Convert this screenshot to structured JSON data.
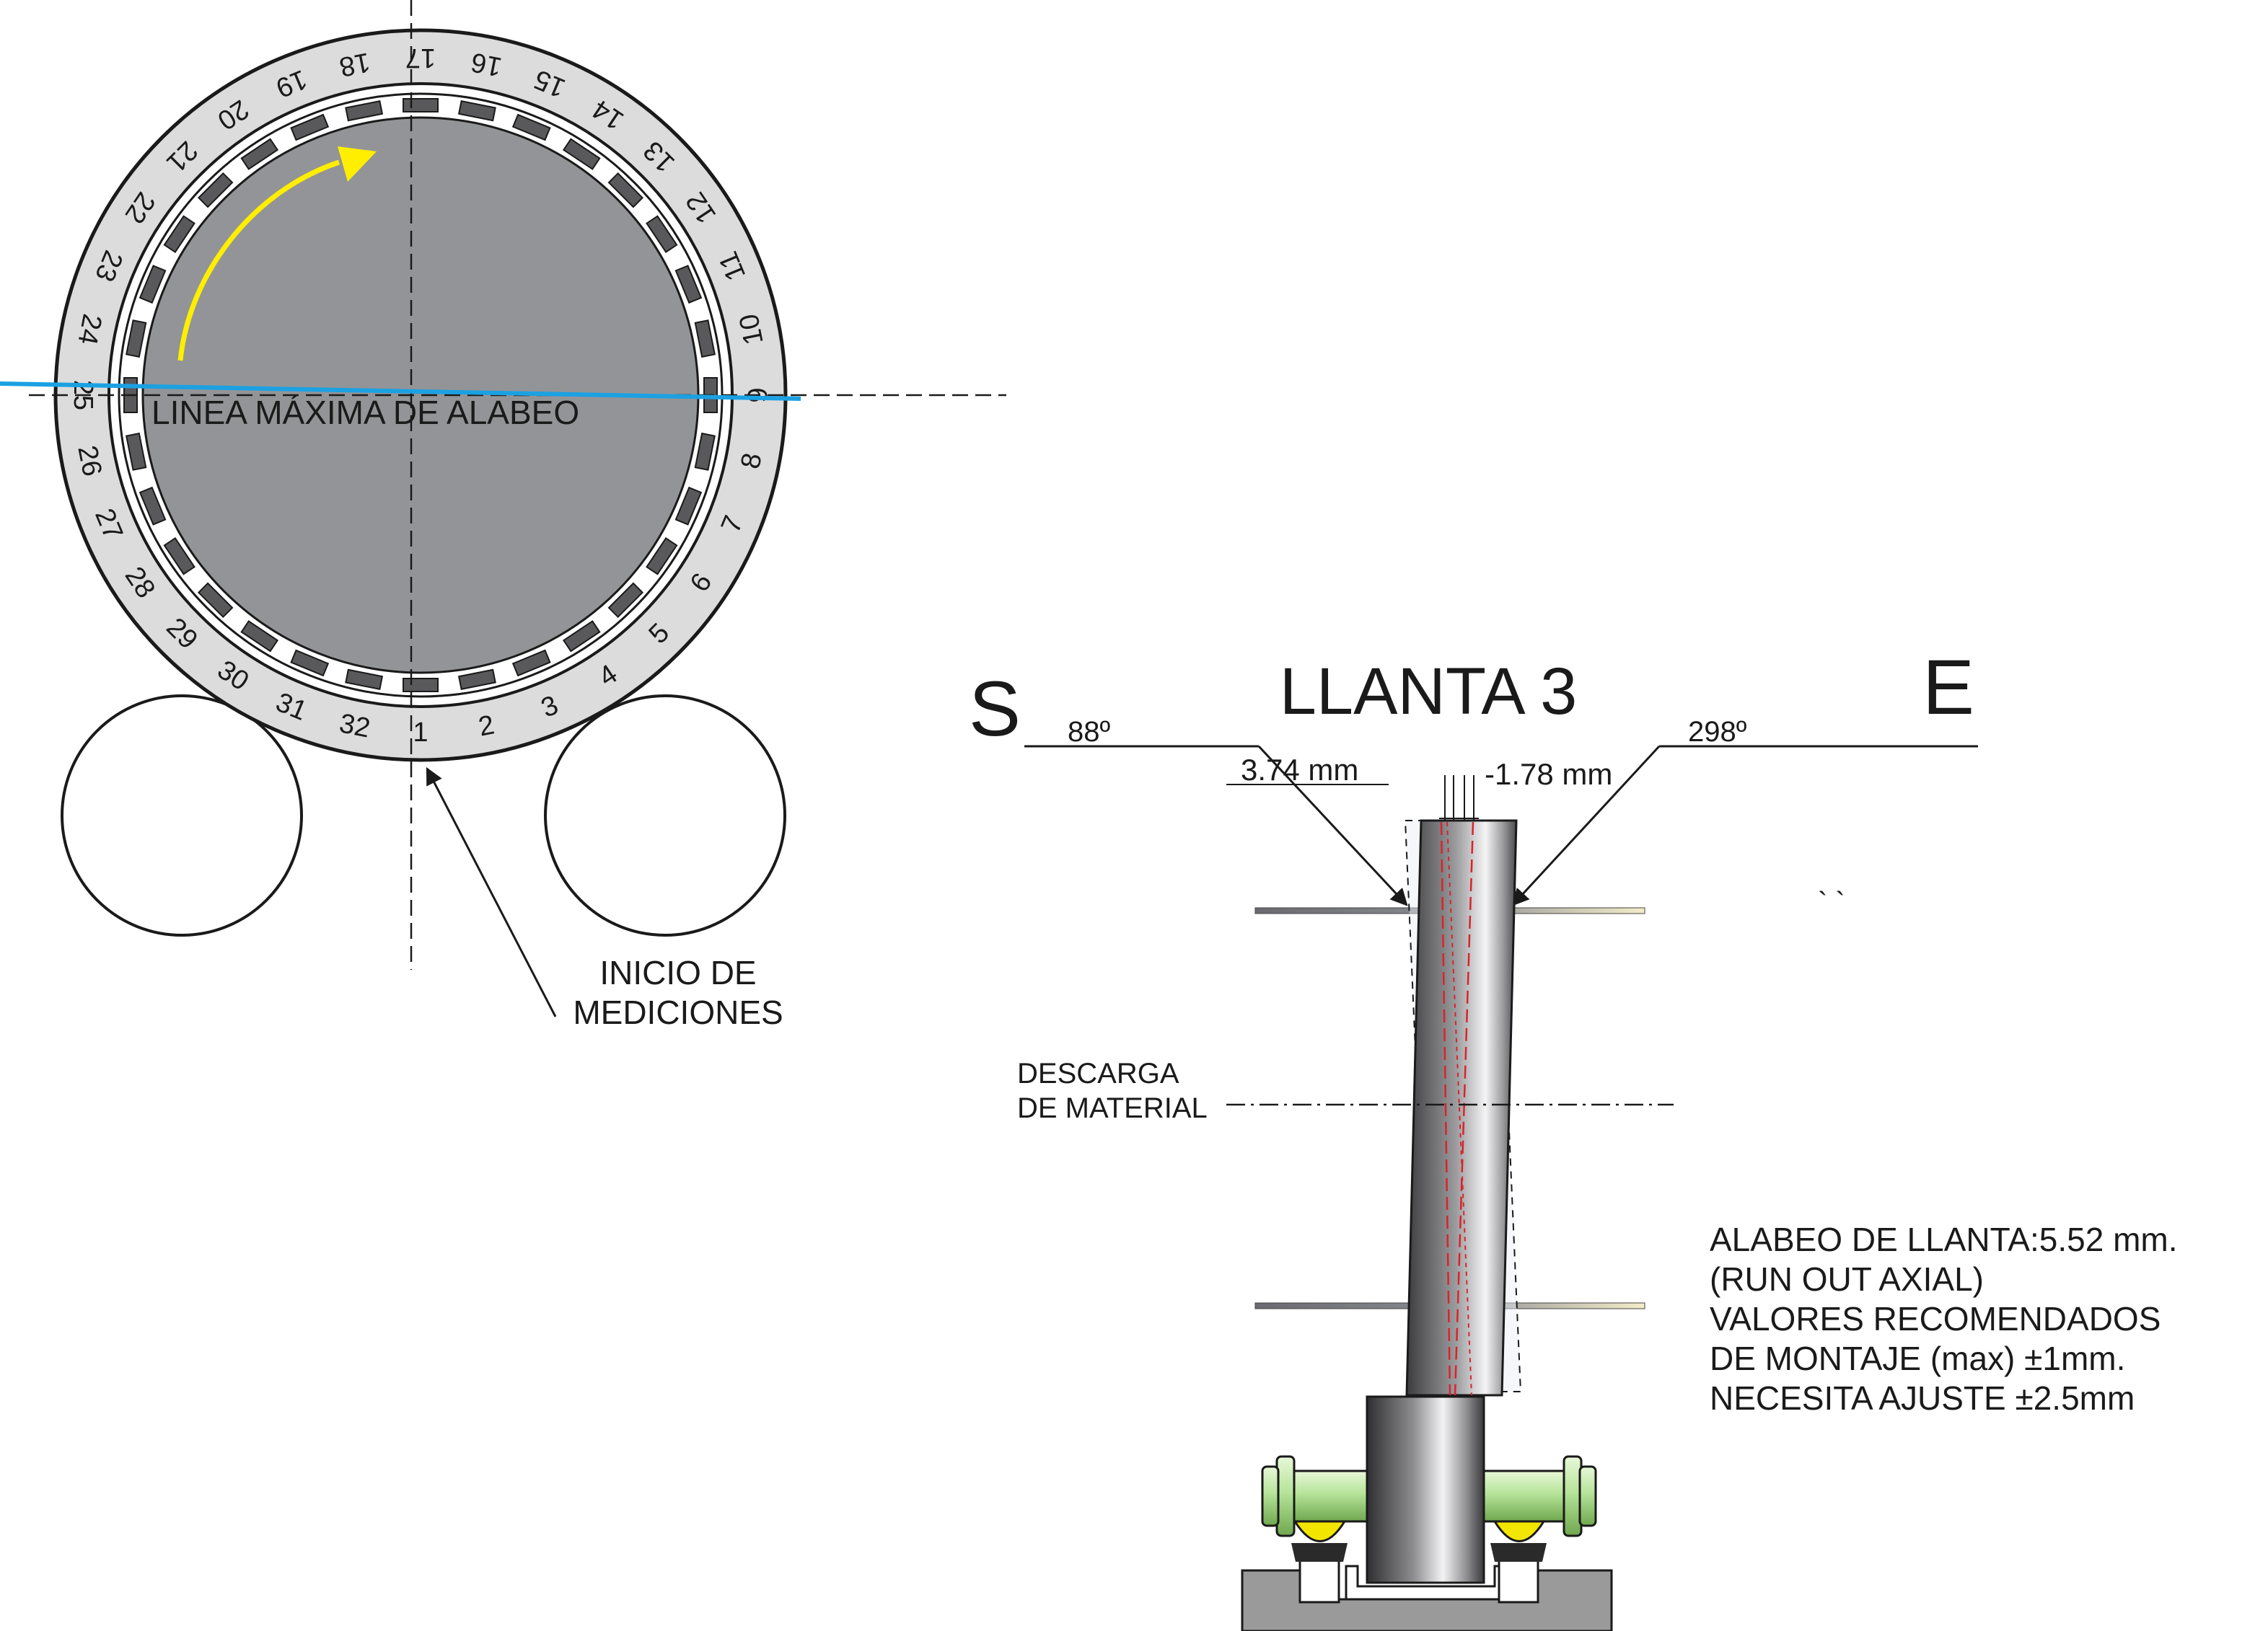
{
  "wheel": {
    "positions": [
      "1",
      "2",
      "3",
      "4",
      "5",
      "6",
      "7",
      "8",
      "9",
      "10",
      "11",
      "12",
      "13",
      "14",
      "15",
      "16",
      "17",
      "18",
      "19",
      "20",
      "21",
      "22",
      "23",
      "24",
      "25",
      "26",
      "27",
      "28",
      "29",
      "30",
      "31",
      "32"
    ],
    "max_warp_line_label": "LINEA MÁXIMA DE ALABEO",
    "start_label_line1": "INICIO DE",
    "start_label_line2": "MEDICIONES"
  },
  "side_view": {
    "title": "LLANTA 3",
    "left_side": "S",
    "right_side": "E",
    "left_angle": "88º",
    "right_angle": "298º",
    "left_offset": "3.74 mm",
    "right_offset": "-1.78 mm",
    "discharge_line1": "DESCARGA",
    "discharge_line2": "DE MATERIAL",
    "stray_mark": "` `"
  },
  "notes": [
    "ALABEO DE LLANTA:5.52 mm.",
    "(RUN OUT AXIAL)",
    "VALORES RECOMENDADOS",
    "DE MONTAJE (max) ±1mm.",
    "NECESITA AJUSTE ±2.5mm"
  ],
  "colors": {
    "disc": "#939497",
    "ring": "#dcdcdd",
    "pad": "#59595b",
    "warp_line": "#1ba1e2",
    "rotation_arrow": "#ffee00",
    "axle": "#b6e49a",
    "bearing": "#f2e600",
    "ground": "#9a9a9a",
    "bolt_line": "#d8242a"
  },
  "icons": [
    "rotation-arrow-icon",
    "pointer-arrow-icon"
  ]
}
